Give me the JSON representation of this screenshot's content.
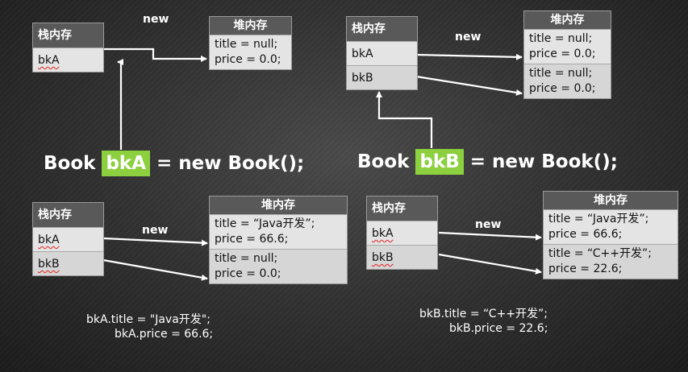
{
  "stack_title": "栈内存",
  "heap_title": "堆内存",
  "new_label": "new",
  "diagrams": [
    {
      "stack_vars": [
        "bkA"
      ],
      "heap_objects": [
        {
          "title_line": "title = null;",
          "price_line": "price = 0.0;"
        }
      ]
    },
    {
      "stack_vars": [
        "bkA",
        "bkB"
      ],
      "heap_objects": [
        {
          "title_line": "title = null;",
          "price_line": "price = 0.0;"
        },
        {
          "title_line": "title = null;",
          "price_line": "price = 0.0;"
        }
      ]
    },
    {
      "stack_vars": [
        "bkA",
        "bkB"
      ],
      "heap_objects": [
        {
          "title_line": "title = “Java开发”;",
          "price_line": "price = 66.6;"
        },
        {
          "title_line": "title = null;",
          "price_line": "price = 0.0;"
        }
      ],
      "code_lines": [
        "bkA.title = \"Java开发\";",
        "bkA.price = 66.6;"
      ]
    },
    {
      "stack_vars": [
        "bkA",
        "bkB"
      ],
      "heap_objects": [
        {
          "title_line": "title = “Java开发”;",
          "price_line": "price = 66.6;"
        },
        {
          "title_line": "title = “C++开发”;",
          "price_line": "price = 22.6;"
        }
      ],
      "code_lines": [
        "bkB.title = “C++开发”;",
        "bkB.price = 22.6;"
      ]
    }
  ],
  "statements": [
    {
      "prefix": "Book ",
      "var": "bkA",
      "suffix": " = new Book();"
    },
    {
      "prefix": "Book ",
      "var": "bkB",
      "suffix": " = new Book();"
    }
  ]
}
